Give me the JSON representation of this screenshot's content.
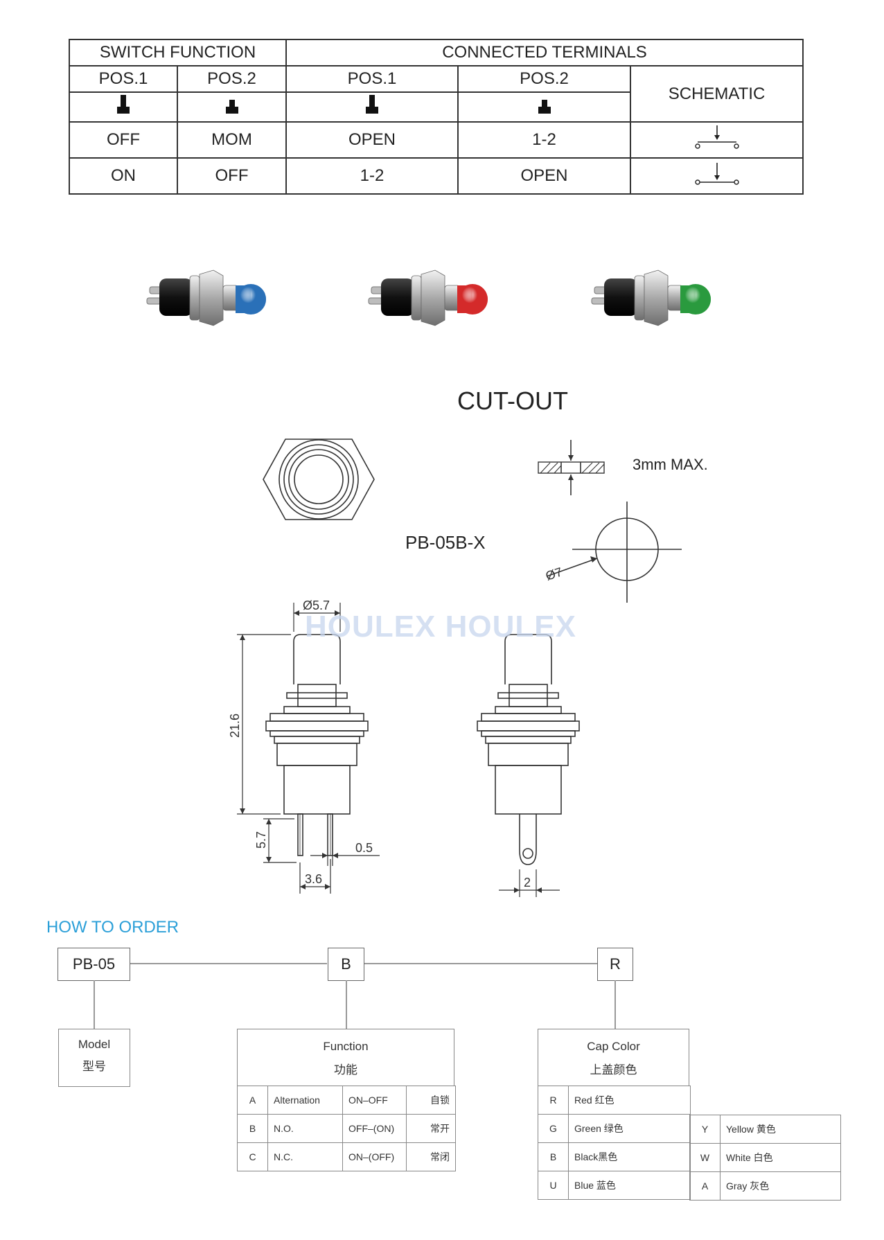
{
  "spec_table": {
    "switch_function": "SWITCH FUNCTION",
    "connected_terminals": "CONNECTED TERMINALS",
    "schematic": "SCHEMATIC",
    "col_labels": [
      "POS.1",
      "POS.2",
      "POS.1",
      "POS.2"
    ],
    "rows": [
      [
        "OFF",
        "MOM",
        "OPEN",
        "1-2"
      ],
      [
        "ON",
        "OFF",
        "1-2",
        "OPEN"
      ]
    ]
  },
  "cap_colors_photos": [
    "#2a70b8",
    "#d42a2a",
    "#2a9a3e"
  ],
  "drawing": {
    "cutout_title": "CUT-OUT",
    "thickness_note": "3mm MAX.",
    "model": "PB-05B-X",
    "hole_diameter": "Ø7",
    "cap_diameter": "Ø5.7",
    "height": "21.6",
    "terminal_length": "5.7",
    "terminal_pitch": "3.6",
    "terminal_thickness": "0.5",
    "terminal_width": "2",
    "watermark": "HOULEX HOULEX"
  },
  "how_to_order": {
    "title": "HOW TO ORDER",
    "codes": [
      "PB-05",
      "B",
      "R"
    ],
    "model": {
      "en": "Model",
      "zh": "型号"
    },
    "function": {
      "en": "Function",
      "zh": "功能",
      "options": [
        {
          "key": "A",
          "name": "Alternation",
          "mode": "ON–OFF",
          "zh": "自锁"
        },
        {
          "key": "B",
          "name": "N.O.",
          "mode": "OFF–(ON)",
          "zh": "常开"
        },
        {
          "key": "C",
          "name": "N.C.",
          "mode": "ON–(OFF)",
          "zh": "常闭"
        }
      ]
    },
    "cap_color": {
      "en": "Cap Color",
      "zh": "上盖颜色",
      "left": [
        {
          "key": "R",
          "label": "Red 红色"
        },
        {
          "key": "G",
          "label": "Green 绿色"
        },
        {
          "key": "B",
          "label": "Black黑色"
        },
        {
          "key": "U",
          "label": "Blue 蓝色"
        }
      ],
      "right": [
        {
          "key": "Y",
          "label": "Yellow 黄色"
        },
        {
          "key": "W",
          "label": "White 白色"
        },
        {
          "key": "A",
          "label": "Gray 灰色"
        }
      ]
    }
  }
}
